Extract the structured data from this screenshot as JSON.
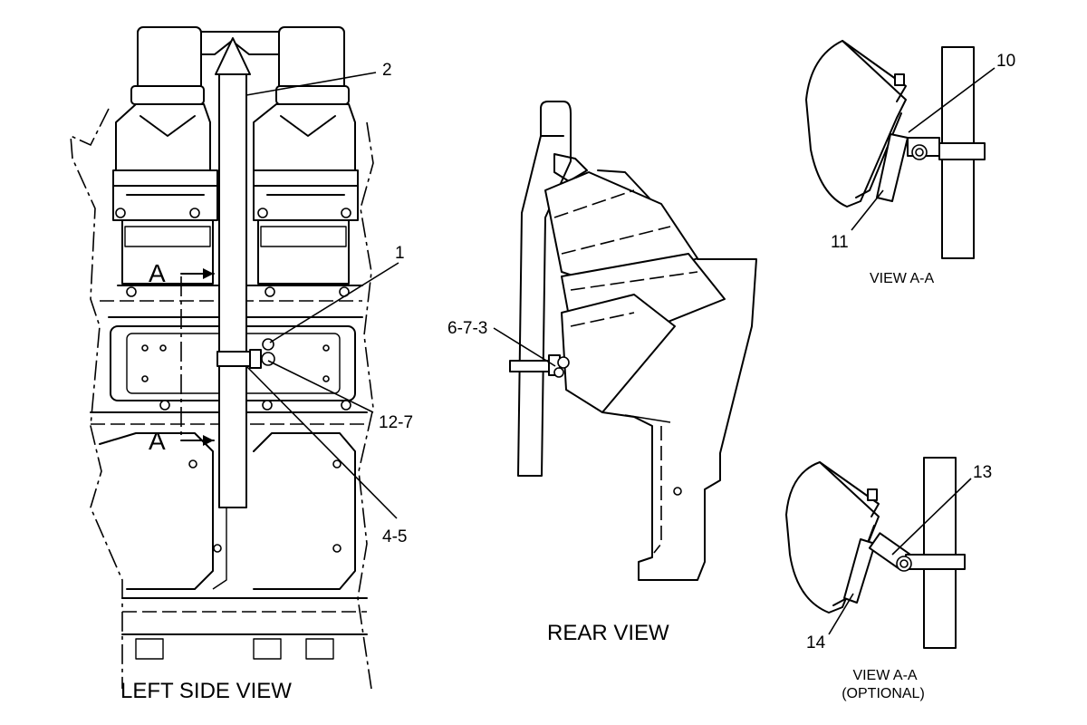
{
  "views": {
    "left_side": "LEFT SIDE VIEW",
    "rear": "REAR VIEW",
    "section_a": "VIEW A-A",
    "section_a_optional_line1": "VIEW A-A",
    "section_a_optional_line2": "(OPTIONAL)"
  },
  "section_markers": {
    "top": "A",
    "bottom": "A"
  },
  "callouts": {
    "c1": "1",
    "c2": "2",
    "c12_7": "12-7",
    "c4_5": "4-5",
    "c6_7_3": "6-7-3",
    "c10": "10",
    "c11": "11",
    "c13": "13",
    "c14": "14"
  }
}
